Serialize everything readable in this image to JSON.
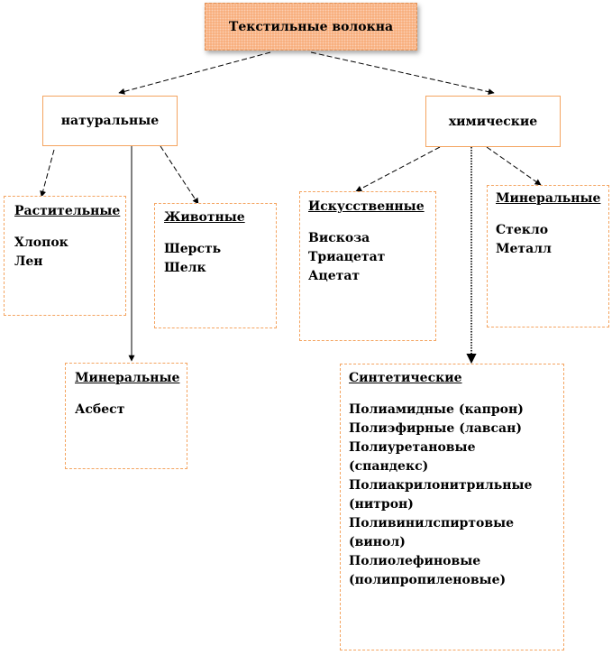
{
  "diagram": {
    "root": {
      "label": "Текстильные волокна"
    },
    "natural": {
      "label": "натуральные",
      "plant": {
        "heading": "Растительные",
        "items": [
          "Хлопок",
          "Лен"
        ]
      },
      "animal": {
        "heading": "Животные",
        "items": [
          "Шерсть",
          "Шелк"
        ]
      },
      "mineral": {
        "heading": "Минеральные",
        "items": [
          "Асбест"
        ]
      }
    },
    "chemical": {
      "label": "химические",
      "artificial": {
        "heading": "Искусственные",
        "items": [
          "Вискоза",
          "Триацетат",
          "Ацетат"
        ]
      },
      "mineral": {
        "heading": "Минеральные",
        "items": [
          "Стекло",
          "Металл"
        ]
      },
      "synthetic": {
        "heading": "Синтетические",
        "items": [
          "Полиамидные (капрон)",
          "Полиэфирные (лавсан)",
          "Полиуретановые (спандекс)",
          "Полиакрилонитрильные (нитрон)",
          "Поливинилспиртовые (винол)",
          "Полиолефиновые (полипропиленовые)"
        ]
      }
    },
    "colors": {
      "border": "#f4a460",
      "root_fill": "#f7a974",
      "line": "#000000"
    }
  }
}
